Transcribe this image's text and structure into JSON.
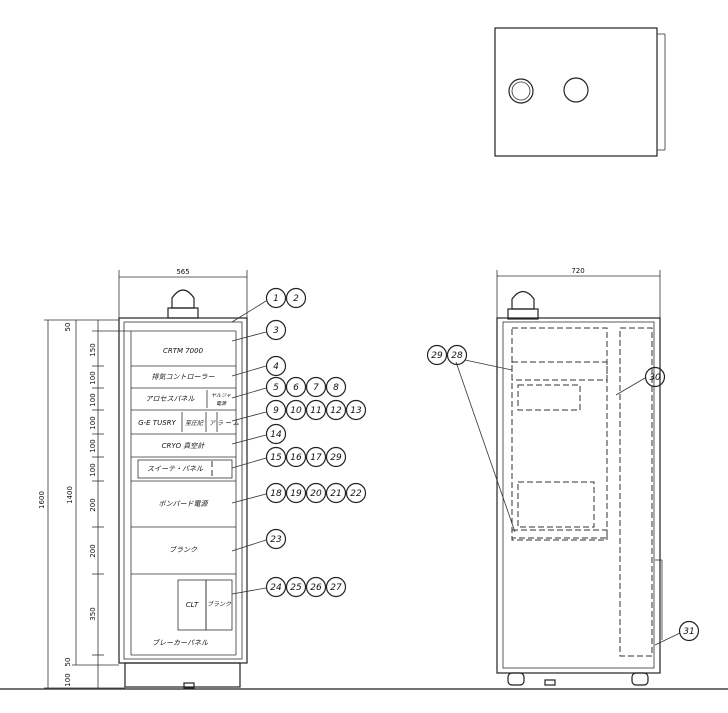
{
  "front": {
    "width_dim": "565",
    "height_total": "1600",
    "height_inner": "1400",
    "section_dims": [
      "50",
      "150",
      "100",
      "100",
      "100",
      "100",
      "100",
      "200",
      "200",
      "350",
      "50",
      "100"
    ],
    "panels": {
      "p1": "CRTM 7000",
      "p2": "排気コントローラー",
      "p3a": "アロセスパネル",
      "p3b": "ヤルジャ",
      "p3c": "電源",
      "p4a": "G-E TUSRY",
      "p4b": "至圧記",
      "p4c": "ア\nラ\nー\nム",
      "p5": "CRYO 真空計",
      "p6": "スイーテ・パネル",
      "p7": "ボンパード電源",
      "p8": "ブランク",
      "p9a": "CLT",
      "p9b": "ブランク",
      "p10": "ブレーカーパネル"
    }
  },
  "side": {
    "width_dim": "720"
  },
  "balloons": {
    "r0": [
      "1",
      "2"
    ],
    "r1": [
      "3"
    ],
    "r2": [
      "4"
    ],
    "r3": [
      "5",
      "6",
      "7",
      "8"
    ],
    "r4": [
      "9",
      "10",
      "11",
      "12",
      "13"
    ],
    "r5": [
      "14"
    ],
    "r6": [
      "15",
      "16",
      "17",
      "29"
    ],
    "r7": [
      "18",
      "19",
      "20",
      "21",
      "22"
    ],
    "r8": [
      "23"
    ],
    "r9": [
      "24",
      "25",
      "26",
      "27"
    ],
    "s1": [
      "29",
      "28"
    ],
    "s2": [
      "30"
    ],
    "s3": [
      "31"
    ]
  }
}
